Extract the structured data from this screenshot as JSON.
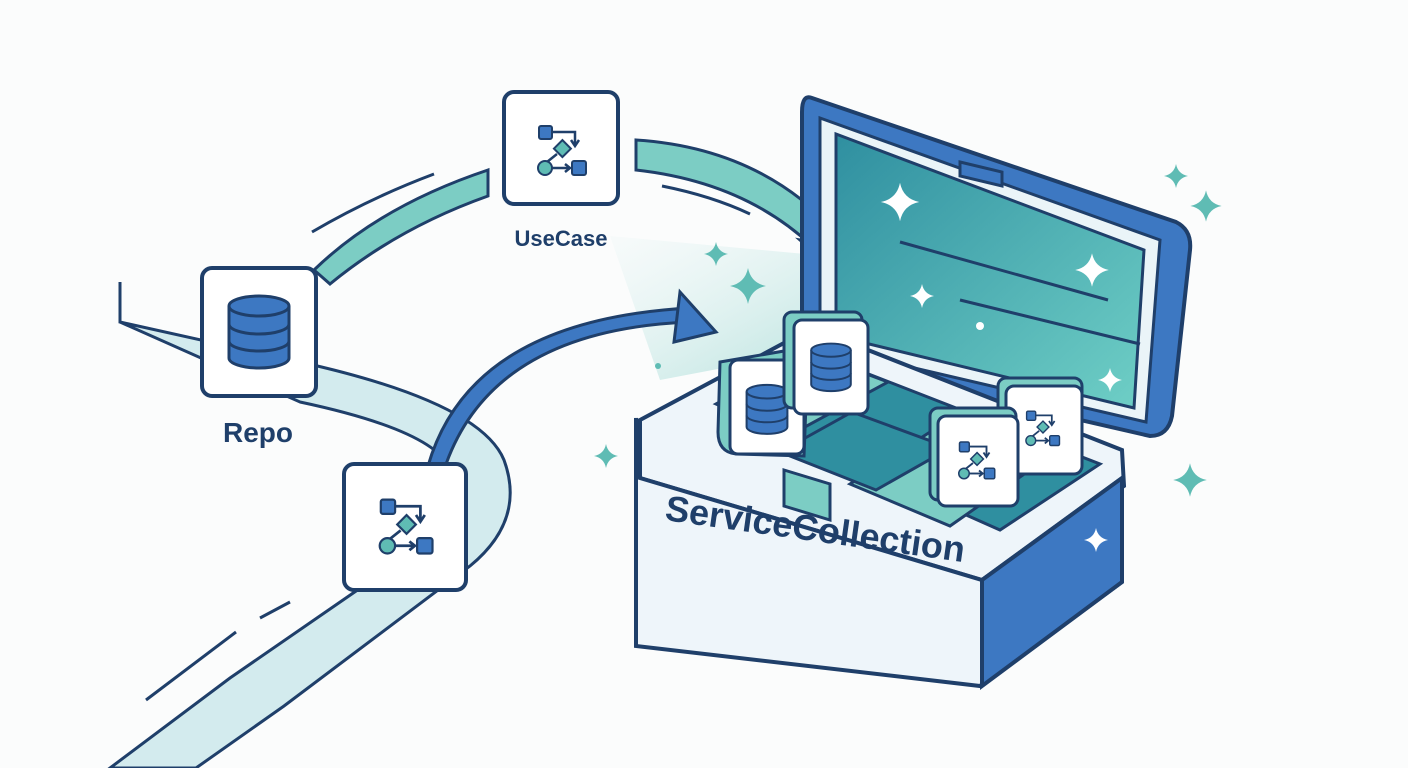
{
  "labels": {
    "usecase": "UseCase",
    "repo": "Repo",
    "container": "ServiceCollection"
  },
  "colors": {
    "navy": "#1f3f6a",
    "blue": "#3d78c2",
    "teal": "#5fbcb4",
    "light_teal": "#cfe8ea",
    "box_face": "#eef5fa",
    "sparkle": "#5fbcb4"
  },
  "icons": {
    "usecase": "flowchart-icon",
    "repo": "database-icon"
  }
}
